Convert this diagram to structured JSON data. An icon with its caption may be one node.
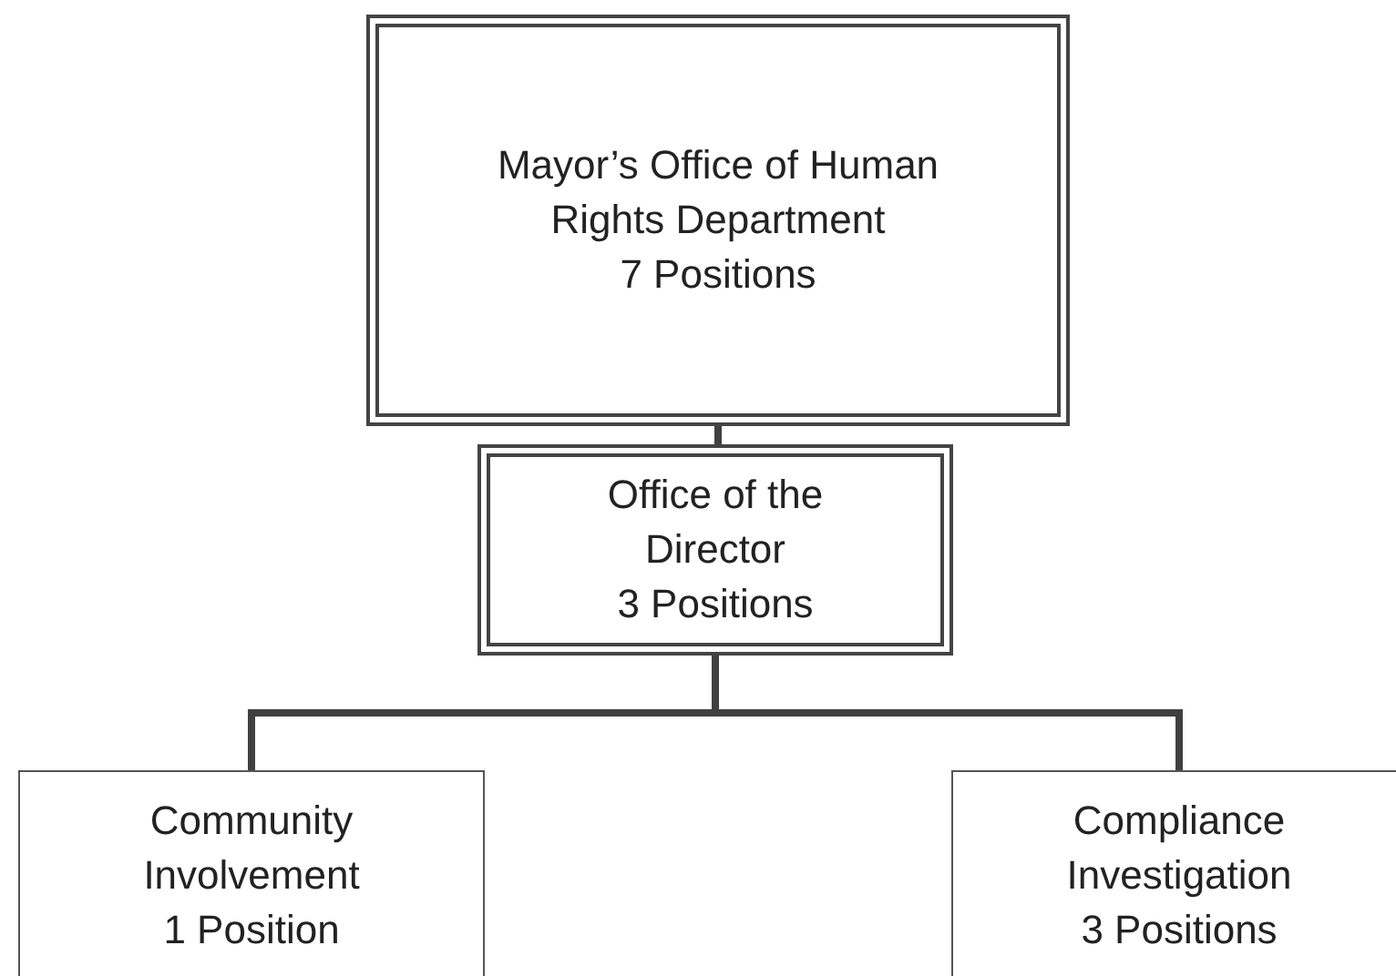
{
  "diagram": {
    "nodes": [
      {
        "text": [
          "Mayor’s Office of Human Rights Department",
          "7 Positions"
        ]
      },
      {
        "text": [
          "Office of the Director",
          "3 Positions"
        ]
      },
      {
        "text": [
          "Community Involvement",
          "1 Position"
        ]
      },
      {
        "text": [
          "Compliance Investigation",
          "3 Positions"
        ]
      }
    ],
    "edges": [
      {
        "from": 0,
        "to": 1,
        "arrow": "none"
      },
      {
        "from": 1,
        "to": 2,
        "arrow": "none"
      },
      {
        "from": 1,
        "to": 3,
        "arrow": "none"
      }
    ]
  }
}
